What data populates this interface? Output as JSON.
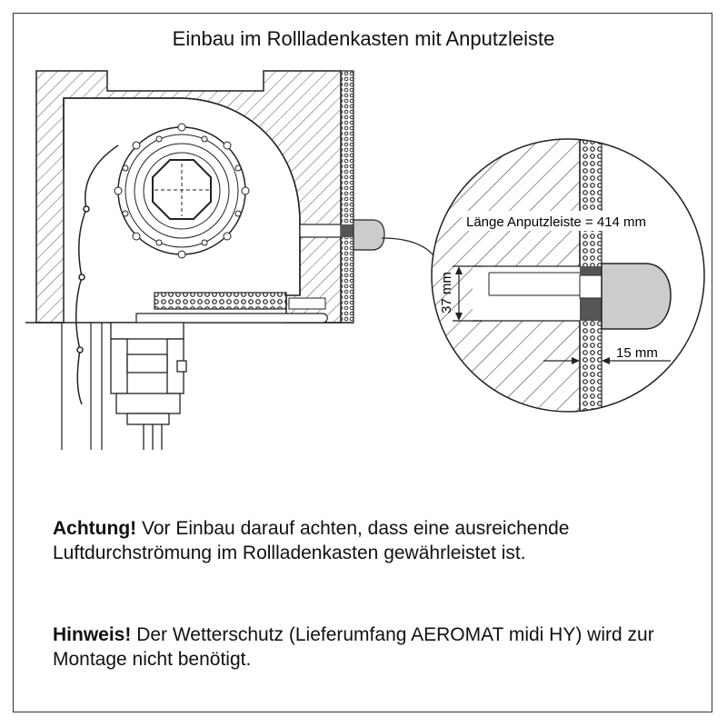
{
  "diagram": {
    "title": "Einbau im Rollladenkasten mit Anputzleiste",
    "length_label": "Länge Anputzleiste = 414 mm",
    "height_dim": "37 mm",
    "depth_dim": "15 mm"
  },
  "notes": [
    {
      "heading": "Achtung!",
      "text": " Vor Einbau darauf achten, dass eine ausreichende Luftdurchströmung im Rollladenkasten gewährleistet ist."
    },
    {
      "heading": "Hinweis!",
      "text": " Der Wetterschutz (Lieferumfang AEROMAT midi HY) wird zur Montage nicht benötigt."
    }
  ],
  "colors": {
    "line": "#222222",
    "fill_grey": "#cccccc",
    "dark_grey": "#555555"
  }
}
